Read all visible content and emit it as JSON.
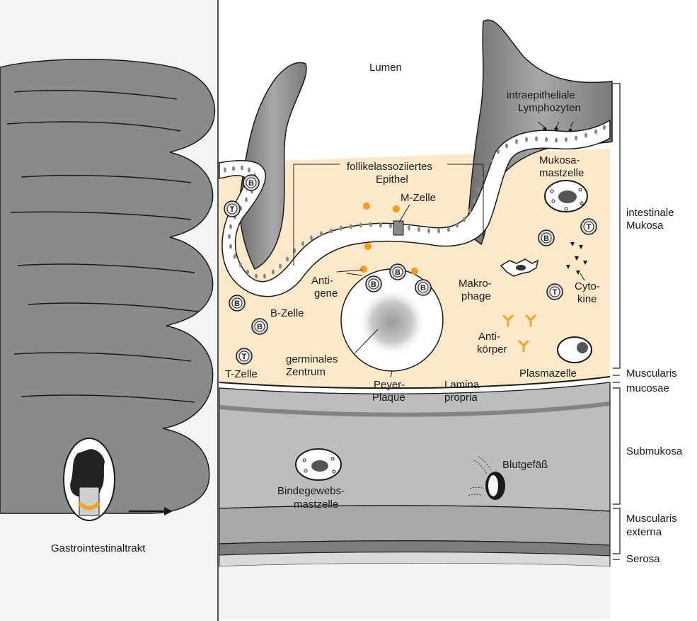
{
  "colors": {
    "lamina": "#fde9c9",
    "gray_band": "#bdbdbd",
    "dark_band": "#8c8c8c",
    "antigen": "#f39c1c",
    "antibody": "#f0a623",
    "outline": "#1a1a1a"
  },
  "labels": {
    "lumen": "Lumen",
    "follicle_epithel_1": "follikelassoziiertes",
    "follicle_epithel_2": "Epithel",
    "m_zelle": "M-Zelle",
    "iel_1": "intraepitheliale",
    "iel_2": "Lymphozyten",
    "mukosa_mastzelle_1": "Mukosa-",
    "mukosa_mastzelle_2": "mastzelle",
    "antigene_1": "Anti-",
    "antigene_2": "gene",
    "makrophage_1": "Makro-",
    "makrophage_2": "phage",
    "cytokine_1": "Cyto-",
    "cytokine_2": "kine",
    "b_zelle": "B-Zelle",
    "germinal_1": "germinales",
    "germinal_2": "Zentrum",
    "t_zelle": "T-Zelle",
    "peyer_1": "Peyer-",
    "peyer_2": "Plaque",
    "lamina_1": "Lamina",
    "lamina_2": "propria",
    "antikoerper_1": "Anti-",
    "antikoerper_2": "körper",
    "plasmazelle": "Plasmazelle",
    "bindegewebs_1": "Bindegewebs-",
    "bindegewebs_2": "mastzelle",
    "blutgefaess": "Blutgefäß",
    "gi_trakt": "Gastrointestinaltrakt",
    "layer_mukosa_1": "intestinale",
    "layer_mukosa_2": "Mukosa",
    "layer_musc_mucosae_1": "Muscularis",
    "layer_musc_mucosae_2": "mucosae",
    "layer_submukosa": "Submukosa",
    "layer_musc_externa_1": "Muscularis",
    "layer_musc_externa_2": "externa",
    "layer_serosa": "Serosa"
  },
  "cell_letters": {
    "b": "B",
    "t": "T"
  }
}
